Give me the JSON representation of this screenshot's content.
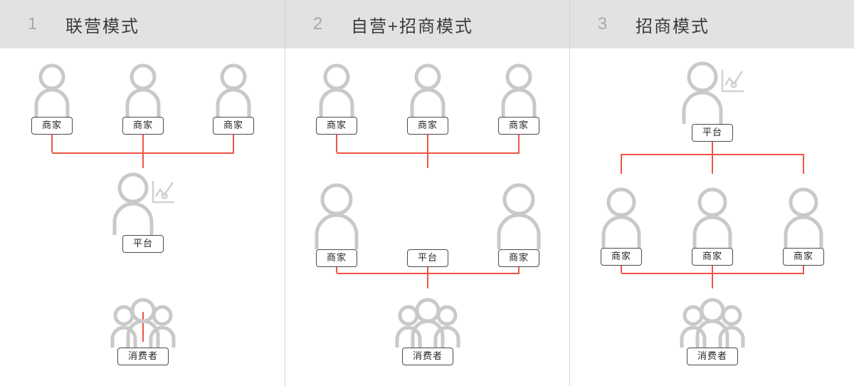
{
  "diagram": {
    "title_row_height": 68,
    "accent_color": "#ef5542",
    "icon_color": "#c9c9c9",
    "header_bg": "#e2e2e2",
    "labels": {
      "merchant": "商家",
      "platform": "平台",
      "consumer": "消费者"
    },
    "panels": [
      {
        "index": "1",
        "title": "联营模式",
        "nodes": {
          "top": [
            {
              "label": "商家",
              "icon": "person-icon"
            },
            {
              "label": "商家",
              "icon": "person-icon"
            },
            {
              "label": "商家",
              "icon": "person-icon"
            }
          ],
          "middle": [
            {
              "label": "平台",
              "icon": "person-with-chart-icon"
            }
          ],
          "bottom": [
            {
              "label": "消费者",
              "icon": "people-group-icon"
            }
          ]
        }
      },
      {
        "index": "2",
        "title": "自营+招商模式",
        "nodes": {
          "top": [
            {
              "label": "商家",
              "icon": "person-icon"
            },
            {
              "label": "商家",
              "icon": "person-icon"
            },
            {
              "label": "商家",
              "icon": "person-icon"
            }
          ],
          "middle": [
            {
              "label": "商家",
              "icon": "person-icon"
            },
            {
              "label": "平台",
              "icon": "none"
            },
            {
              "label": "商家",
              "icon": "person-icon"
            }
          ],
          "bottom": [
            {
              "label": "消费者",
              "icon": "people-group-icon"
            }
          ]
        }
      },
      {
        "index": "3",
        "title": "招商模式",
        "nodes": {
          "top": [
            {
              "label": "平台",
              "icon": "person-with-chart-icon"
            }
          ],
          "middle": [
            {
              "label": "商家",
              "icon": "person-icon"
            },
            {
              "label": "商家",
              "icon": "person-icon"
            },
            {
              "label": "商家",
              "icon": "person-icon"
            }
          ],
          "bottom": [
            {
              "label": "消费者",
              "icon": "people-group-icon"
            }
          ]
        }
      }
    ]
  }
}
